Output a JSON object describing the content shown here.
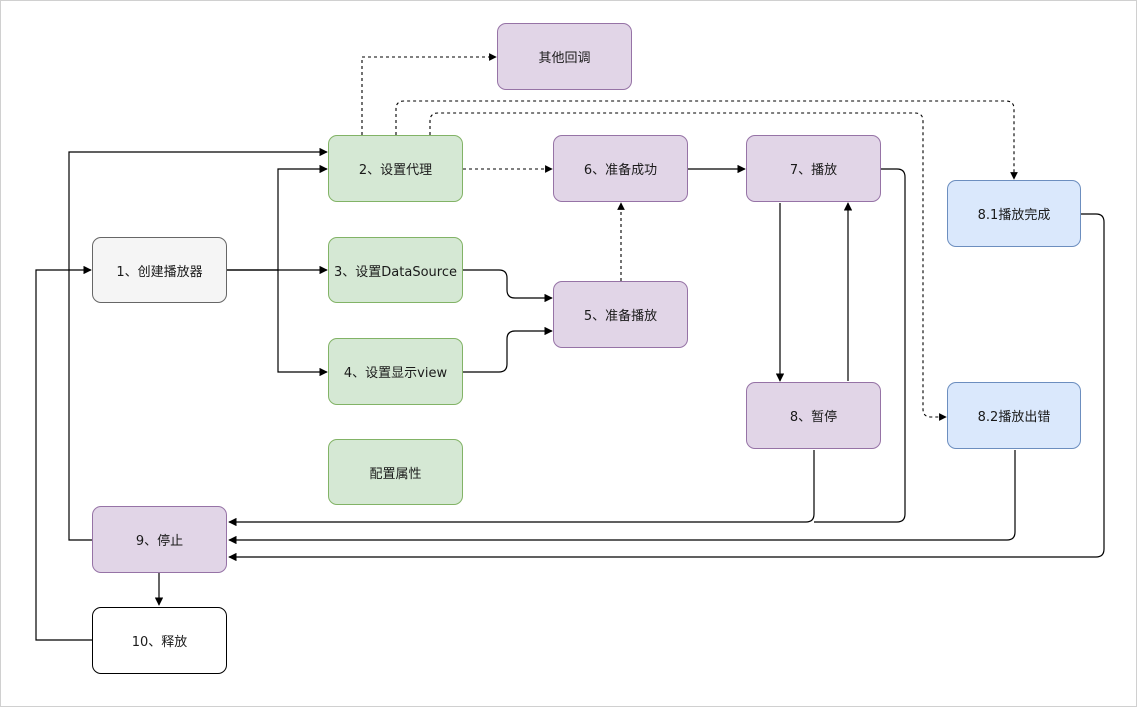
{
  "nodes": {
    "create_player": {
      "label": "1、创建播放器"
    },
    "set_delegate": {
      "label": "2、设置代理"
    },
    "set_datasource": {
      "label": "3、设置DataSource"
    },
    "set_view": {
      "label": "4、设置显示view"
    },
    "prepare_play": {
      "label": "5、准备播放"
    },
    "prepare_success": {
      "label": "6、准备成功"
    },
    "play": {
      "label": "7、播放"
    },
    "play_complete": {
      "label": "8.1播放完成"
    },
    "play_error": {
      "label": "8.2播放出错"
    },
    "pause": {
      "label": "8、暂停"
    },
    "stop": {
      "label": "9、停止"
    },
    "release": {
      "label": "10、释放"
    },
    "other_callbacks": {
      "label": "其他回调"
    },
    "config_props": {
      "label": "配置属性"
    }
  },
  "colors": {
    "gray_fill": "#f5f5f5",
    "green_fill": "#d5e8d4",
    "purple_fill": "#e1d5e7",
    "blue_fill": "#dae8fc",
    "edge": "#000000"
  }
}
